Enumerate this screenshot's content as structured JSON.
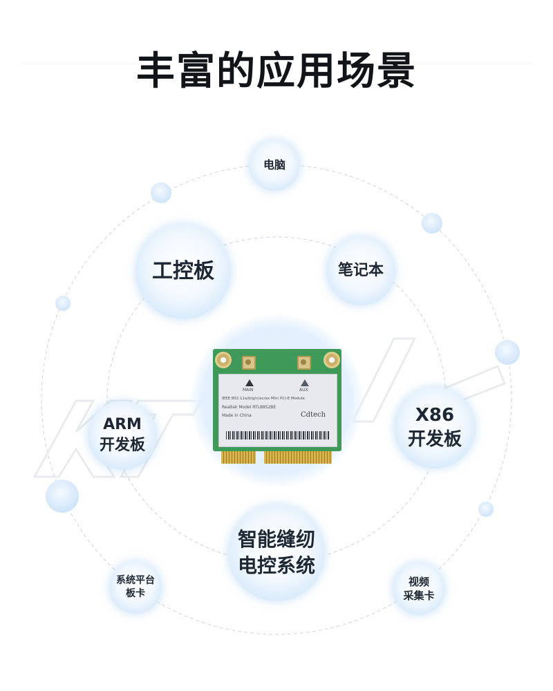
{
  "title": "丰富的应用场景",
  "bubbles": {
    "computer": "电脑",
    "industrial_board": "工控板",
    "laptop": "笔记本",
    "arm_line1": "ARM",
    "arm_line2": "开发板",
    "x86_line1": "X86",
    "x86_line2": "开发板",
    "sewing_line1": "智能缝纫",
    "sewing_line2": "电控系统",
    "system_line1": "系统平台",
    "system_line2": "板卡",
    "video_line1": "视频",
    "video_line2": "采集卡"
  },
  "card": {
    "main_label": "MAIN",
    "aux_label": "AUX",
    "line1": "IEEE 802.11a/b/g/n/ac/ax Mini PCI-E Module",
    "line2": "Realtek Model RTL8852BE",
    "line3": "Made in China",
    "brand": "Cdtech"
  },
  "colors": {
    "title": "#111418",
    "bubble_edge": "#b9d9f6",
    "pcb_green": "#3f9a5a",
    "gold": "#d9b552"
  }
}
